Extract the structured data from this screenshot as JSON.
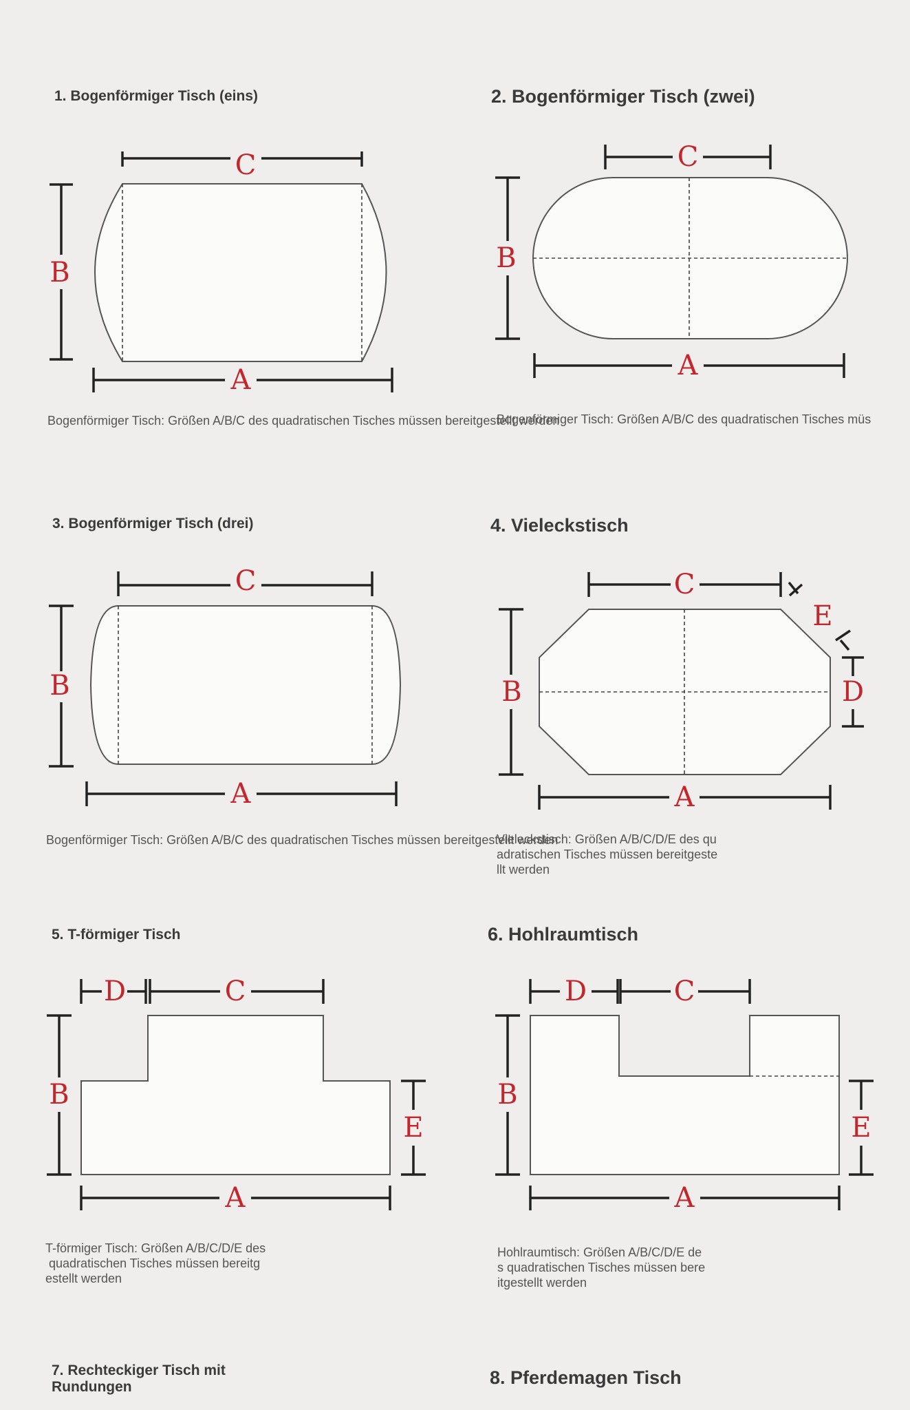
{
  "labels": {
    "A": "A",
    "B": "B",
    "C": "C",
    "D": "D",
    "E": "E"
  },
  "colors": {
    "label": "#c1272d",
    "background": "#efeeec",
    "shape_fill": "#fbfbfa",
    "outline": "#555555"
  },
  "sections": [
    {
      "title": "1. Bogenförmiger Tisch (eins)",
      "description": "Bogenförmiger Tisch: Größen A/B/C des quadratischen Tisches müssen bereitgestellt werden"
    },
    {
      "title": "2. Bogenförmiger Tisch (zwei)",
      "description": "Bogenförmiger Tisch: Größen A/B/C des quadratischen Tisches müs"
    },
    {
      "title": "3. Bogenförmiger Tisch (drei)",
      "description": "Bogenförmiger Tisch: Größen A/B/C des quadratischen Tisches müssen bereitgestellt werden"
    },
    {
      "title": "4. Vieleckstisch",
      "description": "Vieleckstisch: Größen A/B/C/D/E des qu\nadratischen Tisches müssen bereitgeste\nllt werden"
    },
    {
      "title": "5. T-förmiger Tisch",
      "description": "T-förmiger Tisch: Größen A/B/C/D/E des\n quadratischen Tisches müssen bereitg\nestellt werden"
    },
    {
      "title": "6. Hohlraumtisch",
      "description": "Hohlraumtisch: Größen A/B/C/D/E de\ns quadratischen Tisches müssen bere\nitgestellt werden"
    },
    {
      "title": "7. Rechteckiger Tisch mit\nRundungen",
      "description": ""
    },
    {
      "title": "8. Pferdemagen Tisch",
      "description": ""
    }
  ]
}
